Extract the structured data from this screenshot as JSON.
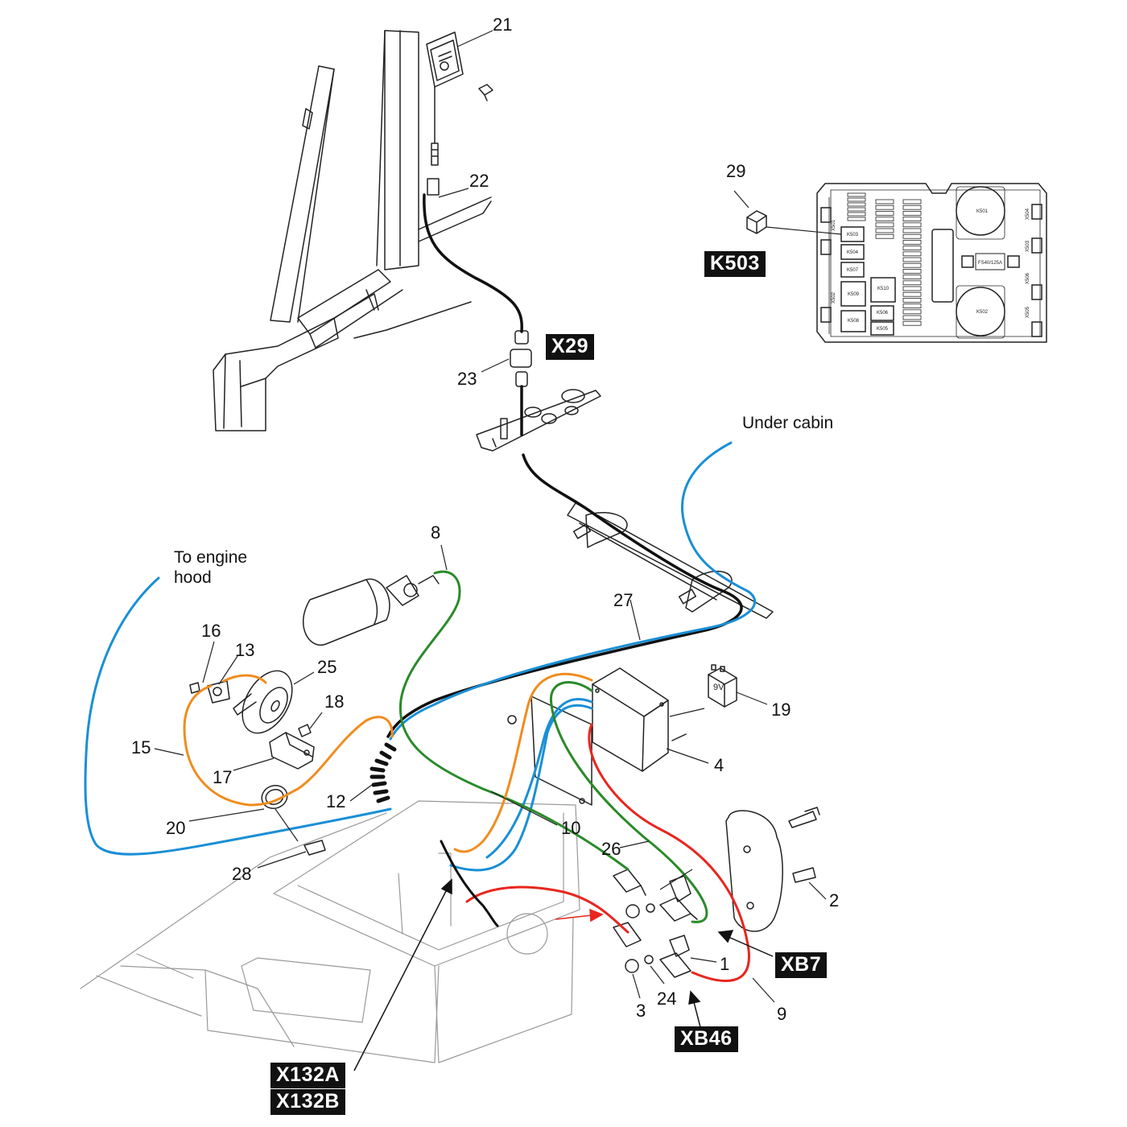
{
  "callouts": {
    "n1": "1",
    "n2": "2",
    "n3": "3",
    "n4": "4",
    "n8": "8",
    "n9": "9",
    "n10": "10",
    "n12": "12",
    "n13": "13",
    "n15": "15",
    "n16": "16",
    "n17": "17",
    "n18": "18",
    "n19": "19",
    "n20": "20",
    "n21": "21",
    "n22": "22",
    "n23": "23",
    "n24": "24",
    "n25": "25",
    "n26": "26",
    "n27": "27",
    "n28": "28",
    "n29": "29"
  },
  "connector_tags": {
    "k503": "K503",
    "x29": "X29",
    "xb7": "XB7",
    "xb46": "XB46",
    "x132a": "X132A",
    "x132b": "X132B"
  },
  "notes": {
    "under_cabin": "Under cabin",
    "to_engine_hood": "To engine\nhood"
  },
  "battery_label": "9V",
  "fuse_box": {
    "relays": [
      "K501",
      "K502",
      "K503",
      "K504",
      "K505",
      "K506",
      "K507",
      "K508",
      "K509",
      "K510"
    ],
    "main_fuse": "FS40/125A",
    "side_labels": [
      "X501",
      "X502",
      "X503",
      "X504",
      "X505",
      "X506"
    ]
  },
  "colors": {
    "blue_wire": "#1a8fd6",
    "green_wire": "#2a8a2a",
    "orange_wire": "#f08c1e",
    "red_wire": "#e8261e",
    "black_wire": "#111111",
    "line_art": "#222222"
  }
}
